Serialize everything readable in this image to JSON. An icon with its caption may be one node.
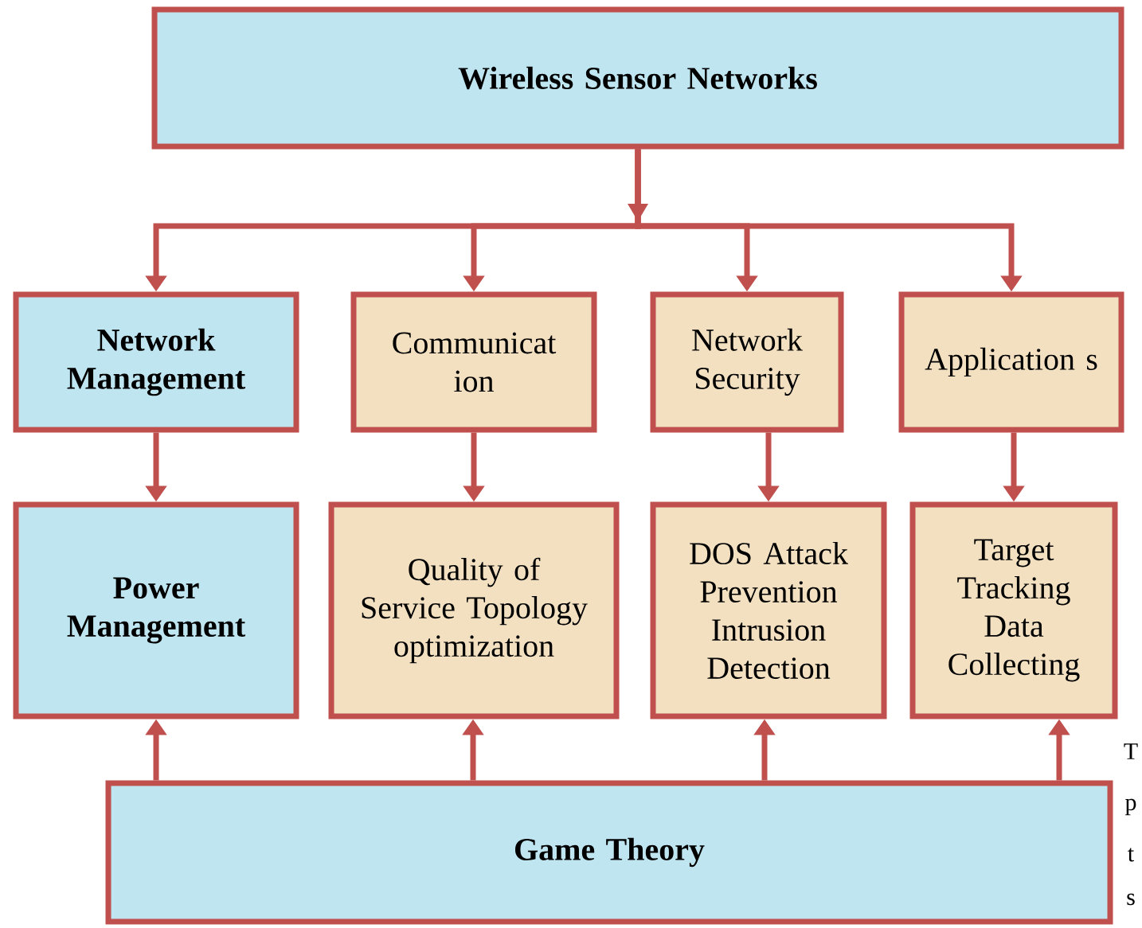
{
  "diagram": {
    "nodes": [
      {
        "text": [
          "Wireless Sensor Networks"
        ]
      },
      {
        "text": [
          "Network Management"
        ]
      },
      {
        "text": [
          "Communicat ion"
        ]
      },
      {
        "text": [
          "Network Security"
        ]
      },
      {
        "text": [
          "Application s"
        ]
      },
      {
        "text": [
          "Power Management"
        ]
      },
      {
        "text": [
          "Quality of Service Topology optimization"
        ]
      },
      {
        "text": [
          "DOS Attack Prevention Intrusion Detection"
        ]
      },
      {
        "text": [
          "Target Tracking Data Collecting"
        ]
      },
      {
        "text": [
          "Game Theory"
        ]
      }
    ],
    "edges": [
      {
        "from": 0,
        "to": 1,
        "arrow": "to"
      },
      {
        "from": 0,
        "to": 2,
        "arrow": "to"
      },
      {
        "from": 0,
        "to": 3,
        "arrow": "to"
      },
      {
        "from": 0,
        "to": 4,
        "arrow": "to"
      },
      {
        "from": 1,
        "to": 5,
        "arrow": "to"
      },
      {
        "from": 2,
        "to": 6,
        "arrow": "to"
      },
      {
        "from": 3,
        "to": 7,
        "arrow": "to"
      },
      {
        "from": 4,
        "to": 8,
        "arrow": "to"
      },
      {
        "from": 9,
        "to": 5,
        "arrow": "to"
      },
      {
        "from": 9,
        "to": 6,
        "arrow": "to"
      },
      {
        "from": 9,
        "to": 7,
        "arrow": "to"
      },
      {
        "from": 9,
        "to": 8,
        "arrow": "to"
      }
    ],
    "labels": [
      "T",
      "p",
      "t",
      "s"
    ]
  }
}
